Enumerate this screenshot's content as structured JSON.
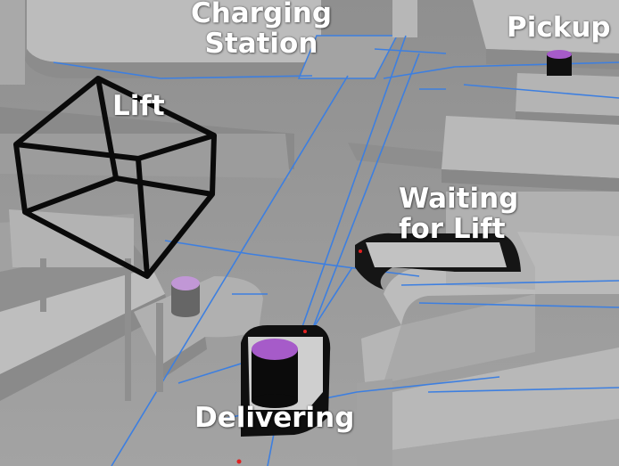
{
  "labels": {
    "charging": {
      "line1": "Charging",
      "line2": "Station"
    },
    "pickup": "Pickup",
    "lift": "Lift",
    "waiting": {
      "line1": "Waiting",
      "line2": "for Lift"
    },
    "delivering": "Delivering"
  },
  "robots": [
    {
      "id": "pickup-robot",
      "status": "idle",
      "light": "purple"
    },
    {
      "id": "lift-robot",
      "status": "idle",
      "light": "purple"
    },
    {
      "id": "waiting-robot",
      "status": "waiting for lift",
      "light": "none"
    },
    {
      "id": "delivering-robot",
      "status": "delivering",
      "light": "purple"
    }
  ],
  "colors": {
    "floor": "#9b9b9b",
    "walls": "#b2b2b2",
    "path_lines": "#3d7fe0",
    "robot_body": "#111111",
    "robot_light": "#a65bc9",
    "lift_frame": "#0a0a0a",
    "label_text": "#ffffff"
  }
}
